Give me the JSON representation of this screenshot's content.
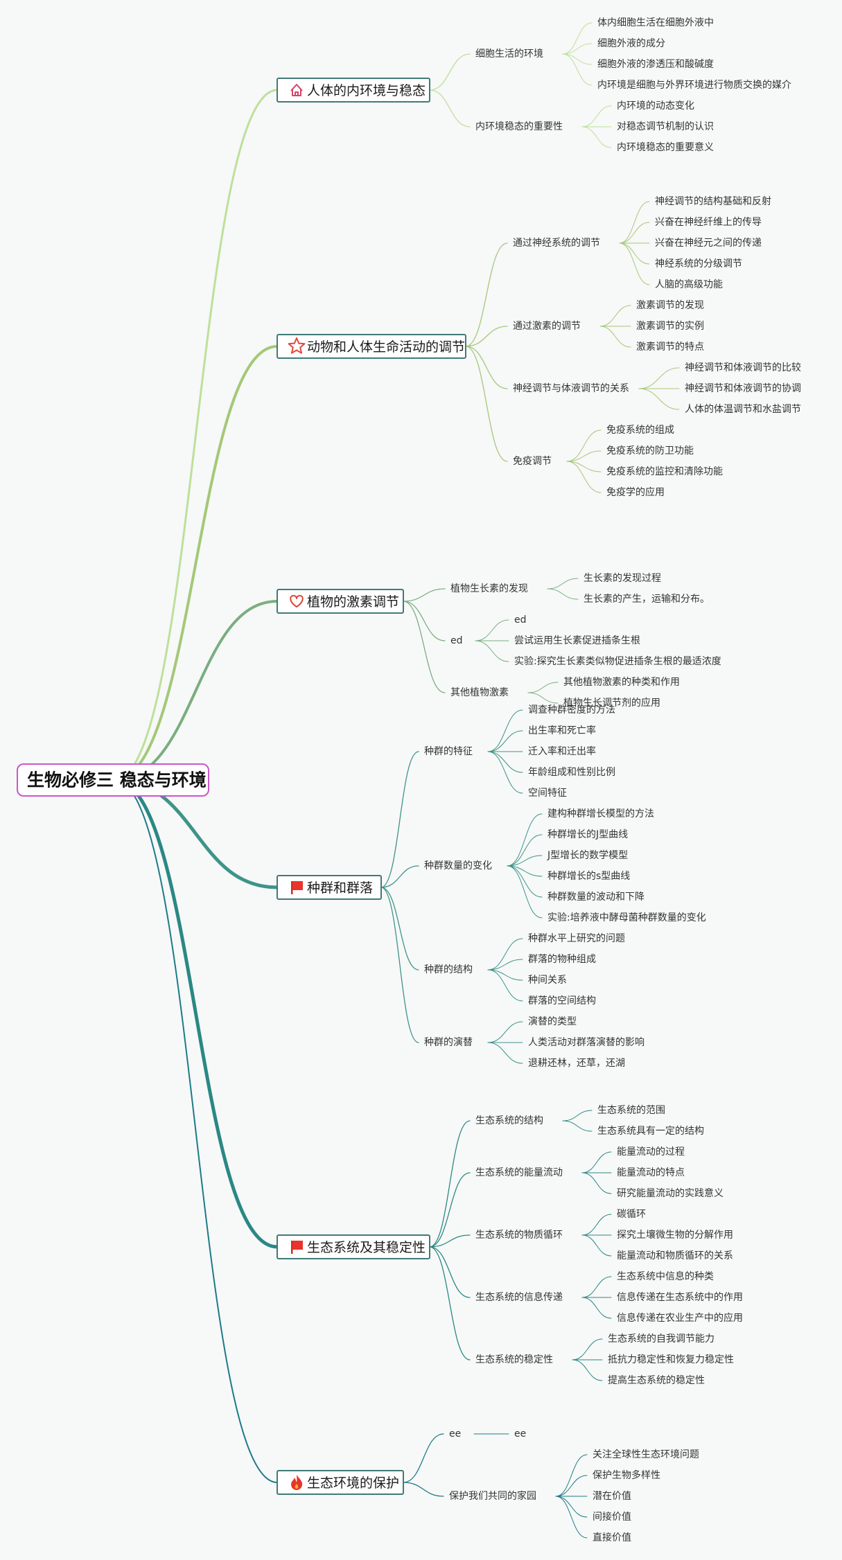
{
  "root": {
    "title": "生物必修三 稳态与环境",
    "color": "#cc55cc"
  },
  "branches": [
    {
      "title": "人体的内环境与稳态",
      "icon": "house-icon",
      "color": "#bde09a",
      "children": [
        {
          "title": "细胞生活的环境",
          "children": [
            "体内细胞生活在细胞外液中",
            "细胞外液的成分",
            "细胞外液的渗透压和酸碱度",
            "内环境是细胞与外界环境进行物质交换的媒介"
          ]
        },
        {
          "title": "内环境稳态的重要性",
          "children": [
            "内环境的动态变化",
            "对稳态调节机制的认识",
            "内环境稳态的重要意义"
          ]
        }
      ]
    },
    {
      "title": "动物和人体生命活动的调节",
      "icon": "star-icon",
      "color": "#a4c878",
      "children": [
        {
          "title": "通过神经系统的调节",
          "children": [
            "神经调节的结构基础和反射",
            "兴奋在神经纤维上的传导",
            "兴奋在神经元之间的传递",
            "神经系统的分级调节",
            "人脑的高级功能"
          ]
        },
        {
          "title": "通过激素的调节",
          "children": [
            "激素调节的发现",
            "激素调节的实例",
            "激素调节的特点"
          ]
        },
        {
          "title": "神经调节与体液调节的关系",
          "children": [
            "神经调节和体液调节的比较",
            "神经调节和体液调节的协调",
            "人体的体温调节和水盐调节"
          ]
        },
        {
          "title": "免疫调节",
          "children": [
            "免疫系统的组成",
            "免疫系统的防卫功能",
            "免疫系统的监控和清除功能",
            "免疫学的应用"
          ]
        }
      ]
    },
    {
      "title": "植物的激素调节",
      "icon": "heart-icon",
      "color": "#7aae80",
      "children": [
        {
          "title": "植物生长素的发现",
          "children": [
            "生长素的发现过程",
            "生长素的产生，运输和分布。"
          ]
        },
        {
          "title": "ed",
          "children": [
            "ed",
            "尝试运用生长素促进插条生根",
            "实验:探究生长素类似物促进插条生根的最适浓度"
          ]
        },
        {
          "title": "其他植物激素",
          "children": [
            "其他植物激素的种类和作用",
            "植物生长调节剂的应用"
          ]
        }
      ]
    },
    {
      "title": "种群和群落",
      "icon": "flag-icon",
      "color": "#3d9488",
      "children": [
        {
          "title": "种群的特征",
          "children": [
            "调查种群密度的方法",
            "出生率和死亡率",
            "迁入率和迁出率",
            "年龄组成和性别比例",
            "空间特征"
          ]
        },
        {
          "title": "种群数量的变化",
          "children": [
            "建构种群增长模型的方法",
            "种群增长的J型曲线",
            "J型增长的数学模型",
            "种群增长的s型曲线",
            "种群数量的波动和下降",
            "实验:培养液中酵母菌种群数量的变化"
          ]
        },
        {
          "title": "种群的结构",
          "children": [
            "种群水平上研究的问题",
            "群落的物种组成",
            "种间关系",
            "群落的空间结构"
          ]
        },
        {
          "title": "种群的演替",
          "children": [
            "演替的类型",
            "人类活动对群落演替的影响",
            "退耕还林，还草，还湖"
          ]
        }
      ]
    },
    {
      "title": "生态系统及其稳定性",
      "icon": "flag-icon",
      "color": "#2a8884",
      "children": [
        {
          "title": "生态系统的结构",
          "children": [
            "生态系统的范围",
            "生态系统具有一定的结构"
          ]
        },
        {
          "title": "生态系统的能量流动",
          "children": [
            "能量流动的过程",
            "能量流动的特点",
            "研究能量流动的实践意义"
          ]
        },
        {
          "title": "生态系统的物质循环",
          "children": [
            "碳循环",
            "探究土壤微生物的分解作用",
            "能量流动和物质循环的关系"
          ]
        },
        {
          "title": "生态系统的信息传递",
          "children": [
            "生态系统中信息的种类",
            "信息传递在生态系统中的作用",
            "信息传递在农业生产中的应用"
          ]
        },
        {
          "title": "生态系统的稳定性",
          "children": [
            "生态系统的自我调节能力",
            "抵抗力稳定性和恢复力稳定性",
            "提高生态系统的稳定性"
          ]
        }
      ]
    },
    {
      "title": "生态环境的保护",
      "icon": "fire-icon",
      "color": "#1c7a88",
      "children": [
        {
          "title": "ee",
          "children": [
            "ee"
          ]
        },
        {
          "title": "保护我们共同的家园",
          "children": [
            "关注全球性生态环境问题",
            "保护生物多样性",
            "潜在价值",
            "间接价值",
            "直接价值"
          ]
        }
      ]
    }
  ]
}
